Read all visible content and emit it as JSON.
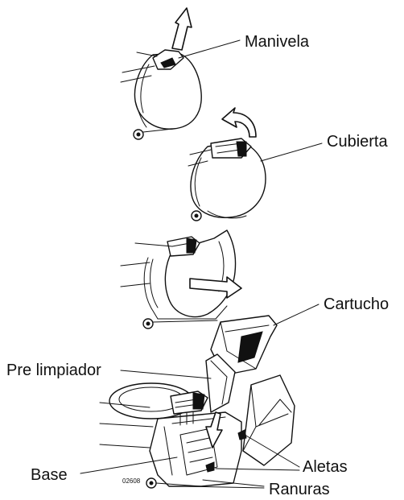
{
  "labels": {
    "manivela": "Manivela",
    "cubierta": "Cubierta",
    "cartucho": "Cartucho",
    "pre_limpiador": "Pre limpiador",
    "base": "Base",
    "aletas": "Aletas",
    "ranuras": "Ranuras"
  },
  "figure_code": "02608"
}
